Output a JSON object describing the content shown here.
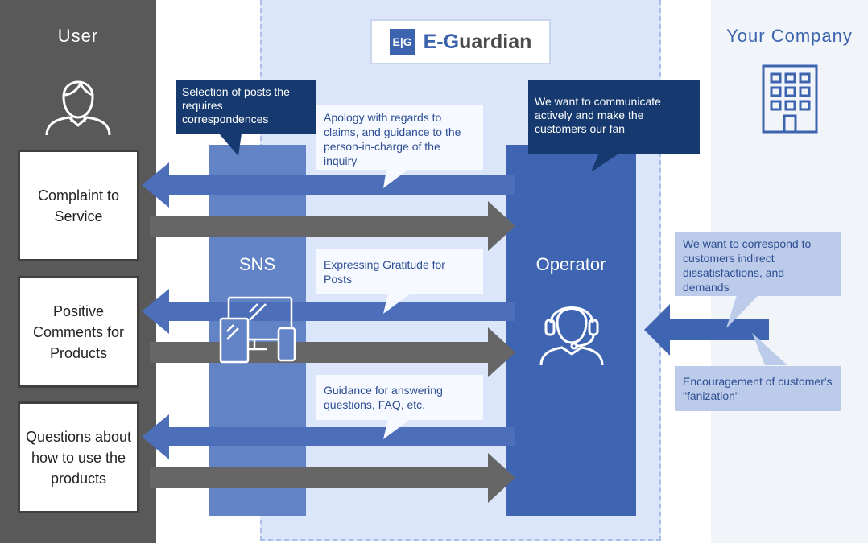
{
  "columns": {
    "user_title": "User",
    "company_title": "Your Company",
    "sns_label": "SNS",
    "operator_label": "Operator"
  },
  "logo": {
    "mark": "E|G",
    "name_prefix": "E-G",
    "name_rest": "uardian"
  },
  "user_boxes": [
    {
      "label": "Complaint to Service"
    },
    {
      "label": "Positive Comments for Products"
    },
    {
      "label": "Questions about how to use the products"
    }
  ],
  "callouts": {
    "sns_note": "Selection of posts the requires correspondences",
    "operator_note": "We want to communicate actively and make the customers our fan",
    "reply_1": "Apology with regards to claims, and guidance to the person-in-charge of the inquiry",
    "reply_2": "Expressing Gratitude for Posts",
    "reply_3": "Guidance for answering questions, FAQ, etc.",
    "company_need": "We want to correspond to customers indirect dissatisfactions, and demands",
    "company_goal": "Encouragement of customer's \"fanization\""
  },
  "colors": {
    "user_column": "#595959",
    "eguardian_zone": "#dbe6fb",
    "company_column": "#f1f4f9",
    "sns_column": "#6283c6",
    "operator_column": "#3e64b2",
    "reply_arrow": "#4d6fb9",
    "inquiry_arrow": "#666666",
    "dark_callout": "#163a6f",
    "accent_text": "#3b63ae"
  },
  "icons": [
    "user-icon",
    "building-icon",
    "devices-icon",
    "operator-headset-icon"
  ]
}
